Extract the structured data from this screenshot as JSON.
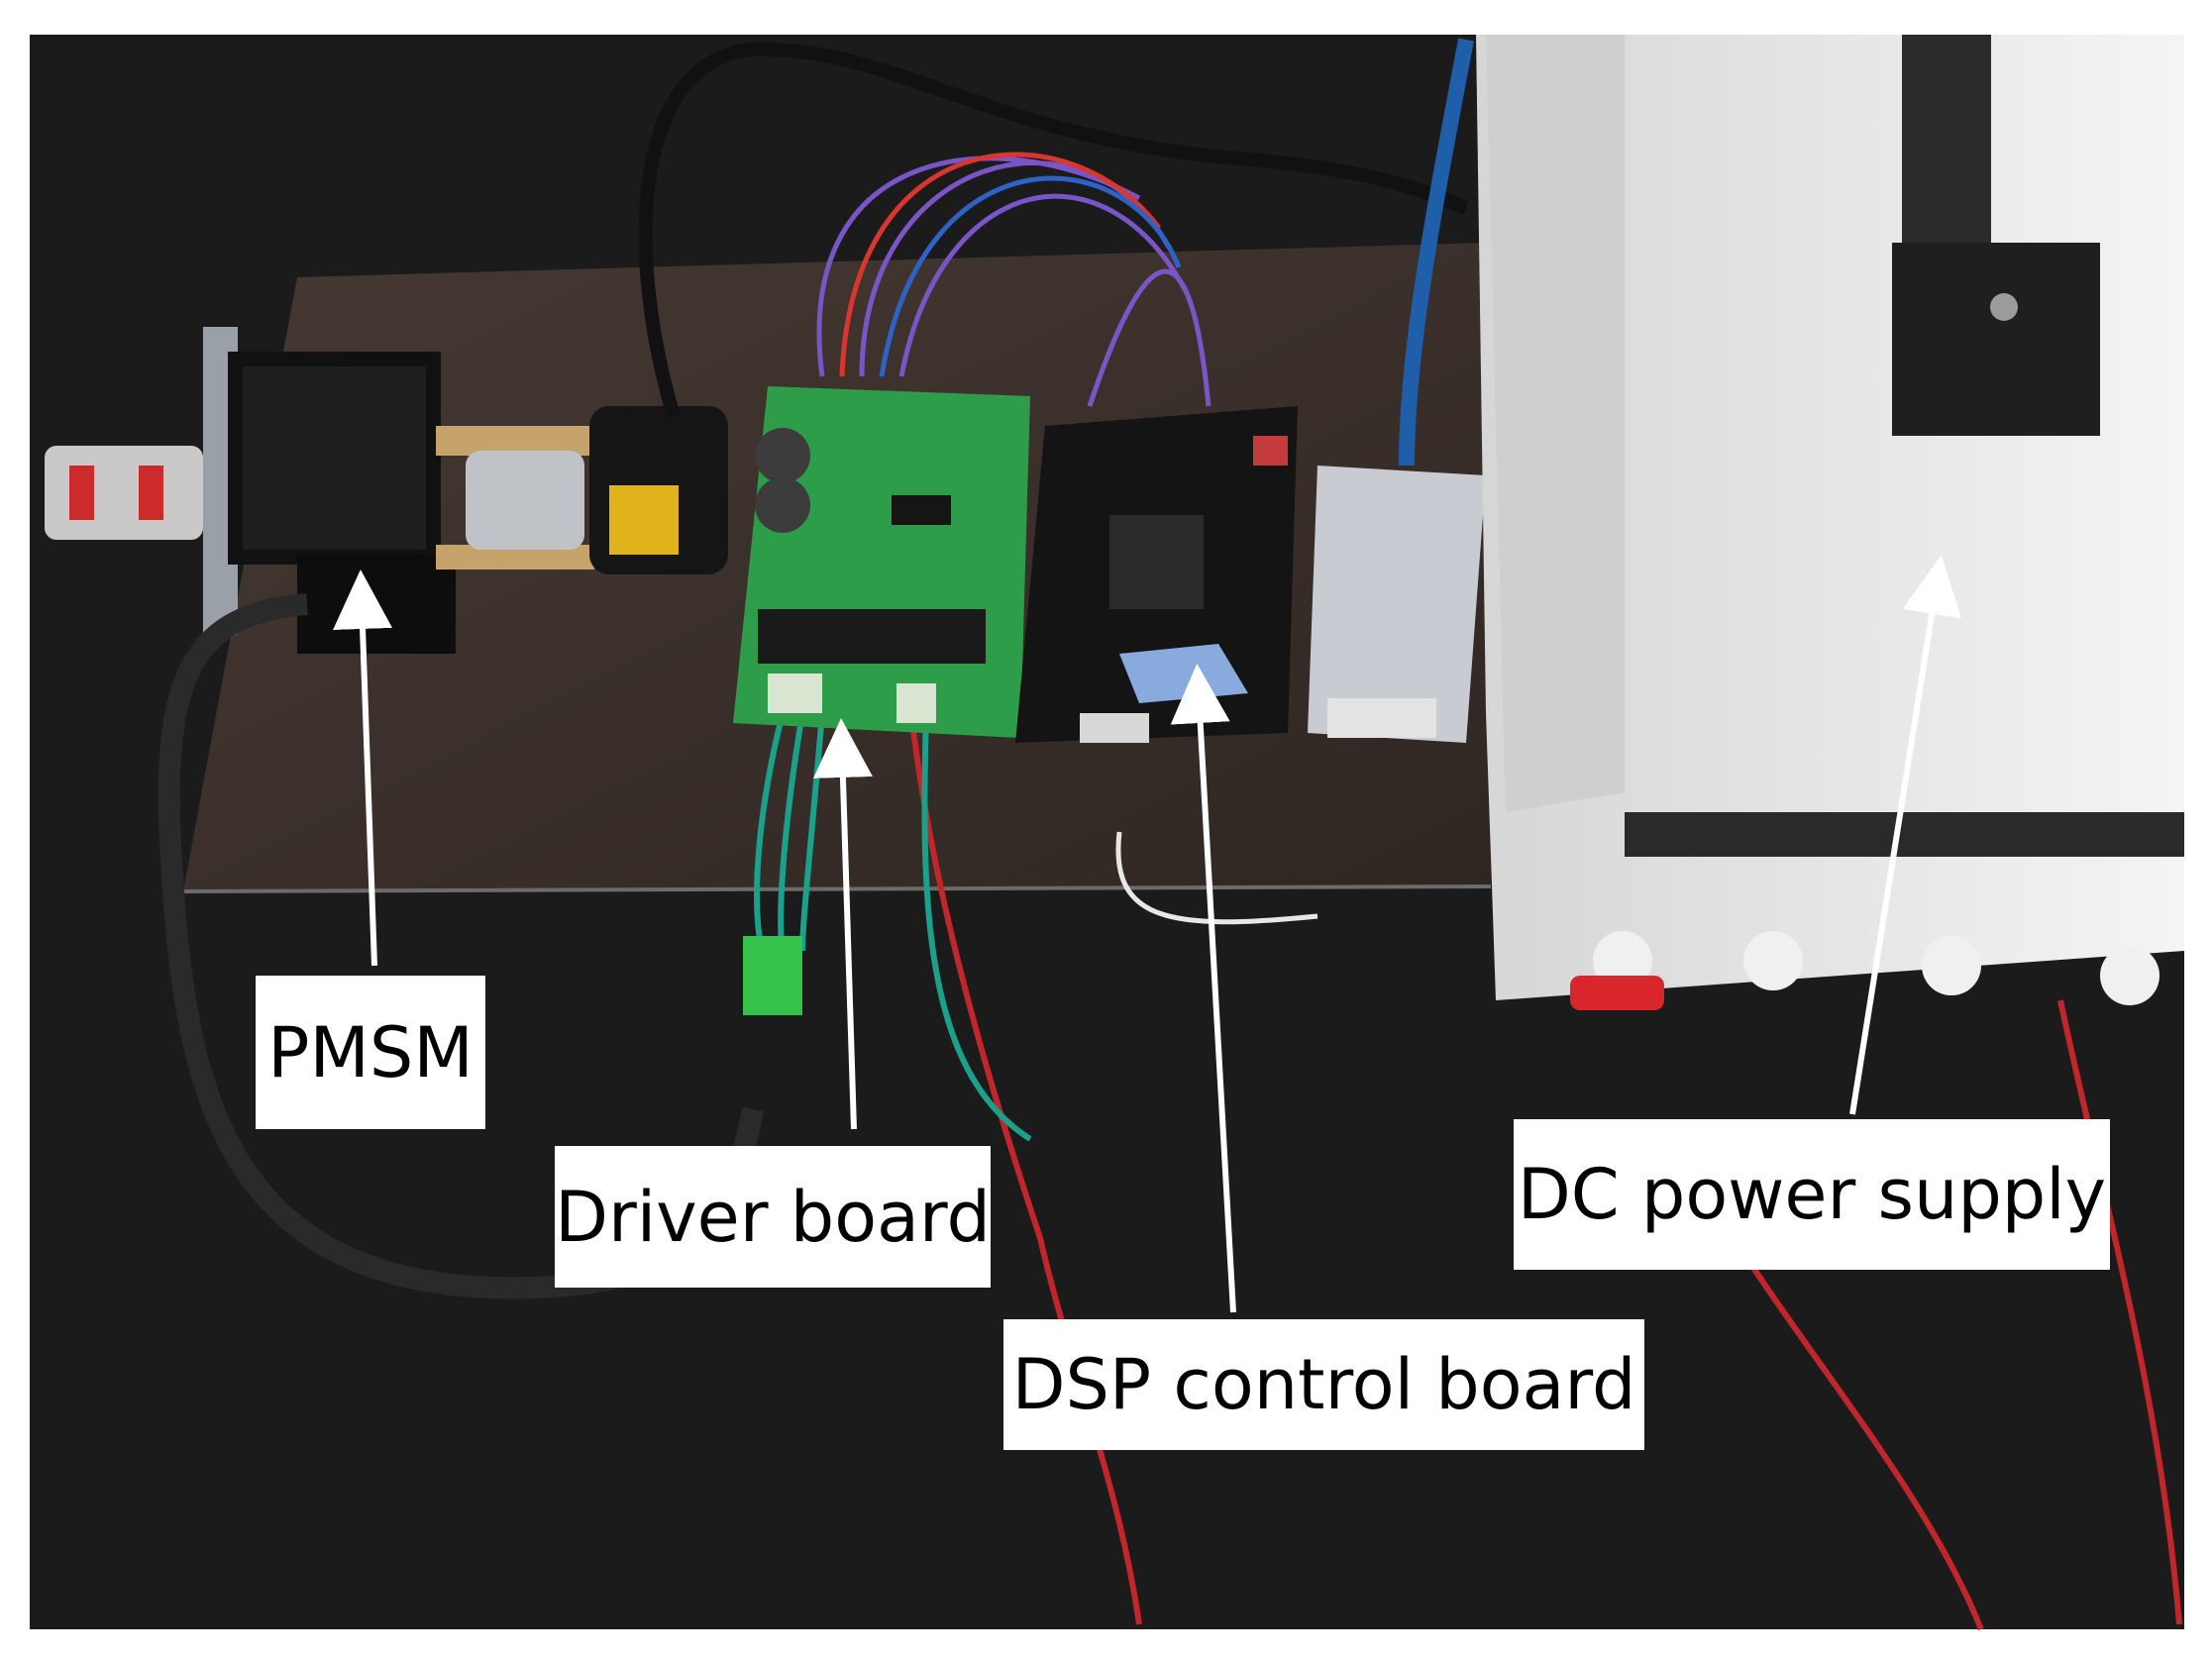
{
  "labels": {
    "pmsm": "PMSM",
    "driver_board": "Driver board",
    "dsp_control_board": "DSP control board",
    "dc_power_supply": "DC power supply"
  },
  "colors": {
    "background_table": "#1b1b1b",
    "wood_board": "#3a2f2a",
    "pcb_green": "#2e9d4a",
    "power_supply_body": "#e8e8e8",
    "arrow": "#ffffff",
    "label_box": "#ffffff"
  }
}
